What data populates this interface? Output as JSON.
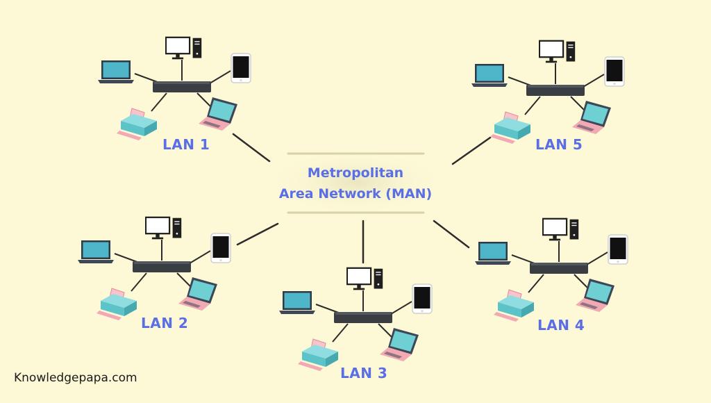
{
  "center": {
    "line1": "Metropolitan",
    "line2": "Area Network (MAN)"
  },
  "lans": [
    {
      "label": "LAN 1"
    },
    {
      "label": "LAN 2"
    },
    {
      "label": "LAN 3"
    },
    {
      "label": "LAN 4"
    },
    {
      "label": "LAN 5"
    }
  ],
  "watermark": "Knowledgepapa.com",
  "colors": {
    "background": "#fdf8d6",
    "label": "#5a6fe6",
    "switch": "#3a3d42",
    "screen_teal": "#4fb6c9",
    "printer_teal": "#6fd0d4",
    "printer_paper": "#f2a9b3",
    "line": "#2b2b2b"
  }
}
